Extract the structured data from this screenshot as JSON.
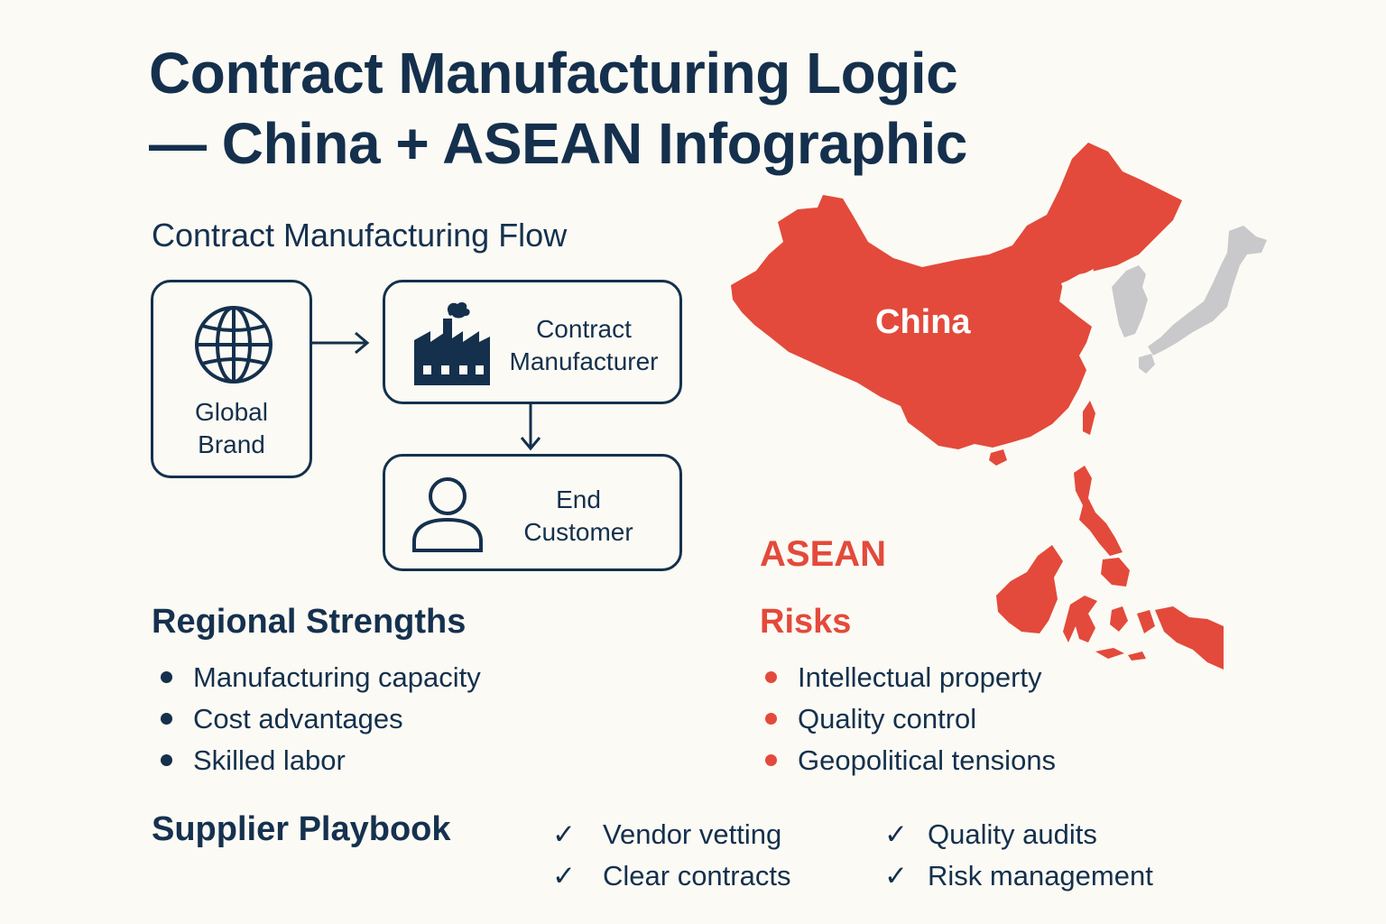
{
  "title": {
    "line1": "Contract Manufacturing Logic",
    "line2": "— China + ASEAN Infographic"
  },
  "flow": {
    "heading": "Contract Manufacturing Flow",
    "global_brand": {
      "line1": "Global",
      "line2": "Brand",
      "icon": "globe-icon"
    },
    "contract_manufacturer": {
      "line1": "Contract",
      "line2": "Manufacturer",
      "icon": "factory-icon"
    },
    "end_customer": {
      "line1": "End",
      "line2": "Customer",
      "icon": "person-icon"
    }
  },
  "map": {
    "china_label": "China",
    "asean_label": "ASEAN"
  },
  "strengths": {
    "heading": "Regional Strengths",
    "items": [
      "Manufacturing capacity",
      "Cost advantages",
      "Skilled labor"
    ]
  },
  "risks": {
    "heading": "Risks",
    "items": [
      "Intellectual property",
      "Quality control",
      "Geopolitical tensions"
    ]
  },
  "playbook": {
    "heading": "Supplier Playbook",
    "items": [
      "Vendor vetting",
      "Clear contracts",
      "Quality audits",
      "Risk management"
    ]
  },
  "colors": {
    "navy": "#14304d",
    "red": "#e34a3b",
    "gray": "#c9c9cc",
    "background": "#fcfaf4"
  }
}
